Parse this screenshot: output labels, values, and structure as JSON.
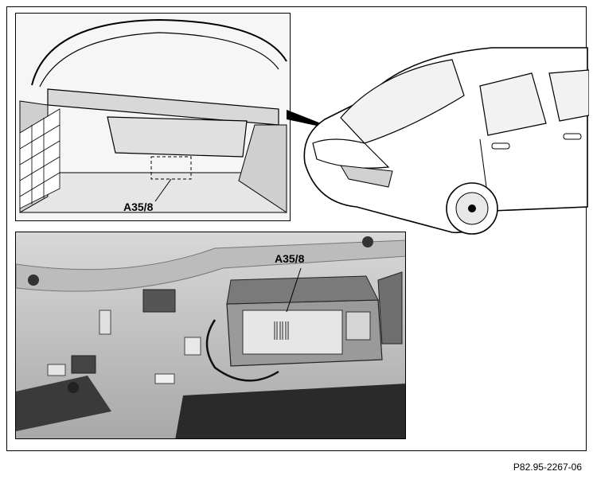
{
  "callouts": {
    "trunk_label": "A35/8",
    "photo_label": "A35/8"
  },
  "figure_ref": "P82.95-2267-06",
  "icons": {
    "trunk": "trunk-interior-illustration",
    "car": "sedan-rear-illustration",
    "photo": "module-installation-photo"
  }
}
